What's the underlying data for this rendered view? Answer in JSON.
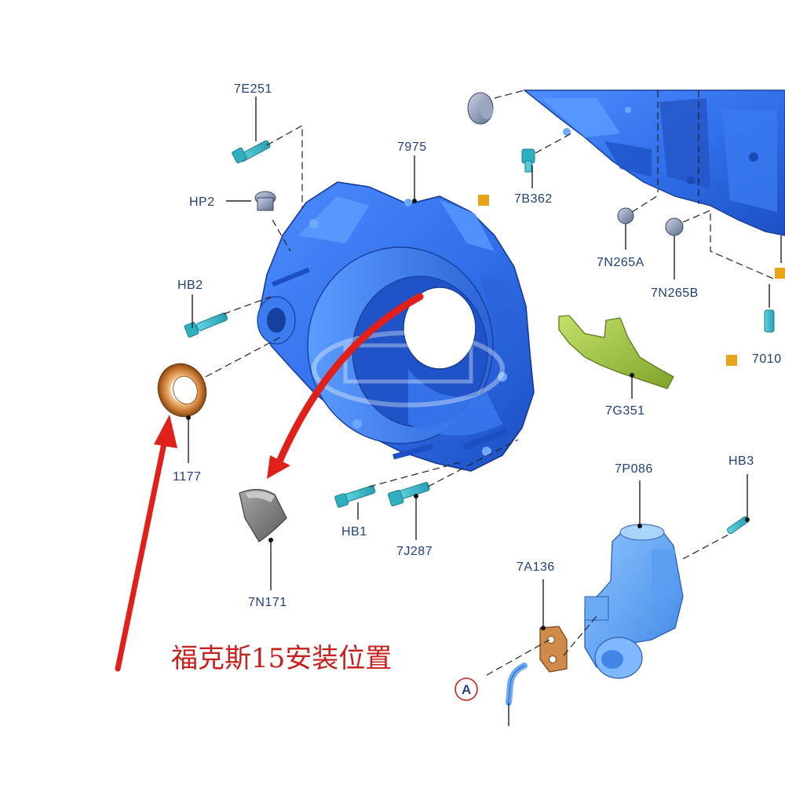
{
  "diagram": {
    "caption": "福克斯15安装位置",
    "circle_ref": "A",
    "labels": {
      "top_cut": "7E251",
      "housing": "7975",
      "hp2": "HP2",
      "hb2": "HB2",
      "seal": "1177",
      "shield": "7N171",
      "hb1": "HB1",
      "j287": "7J287",
      "b362": "7B362",
      "n265a": "7N265A",
      "n265b": "7N265B",
      "g351": "7G351",
      "p086": "7P086",
      "hb3": "HB3",
      "a136": "7A136",
      "r7010": "7010"
    },
    "colors": {
      "housing_blue": "#2f6ee8",
      "seal_copper": "#c9782f",
      "fork_green": "#9fc43a",
      "arrow_red": "#e0201b",
      "bolt_teal": "#33b8c8",
      "label_navy": "#1f3f7a",
      "ref_square": "#e8a317"
    }
  }
}
